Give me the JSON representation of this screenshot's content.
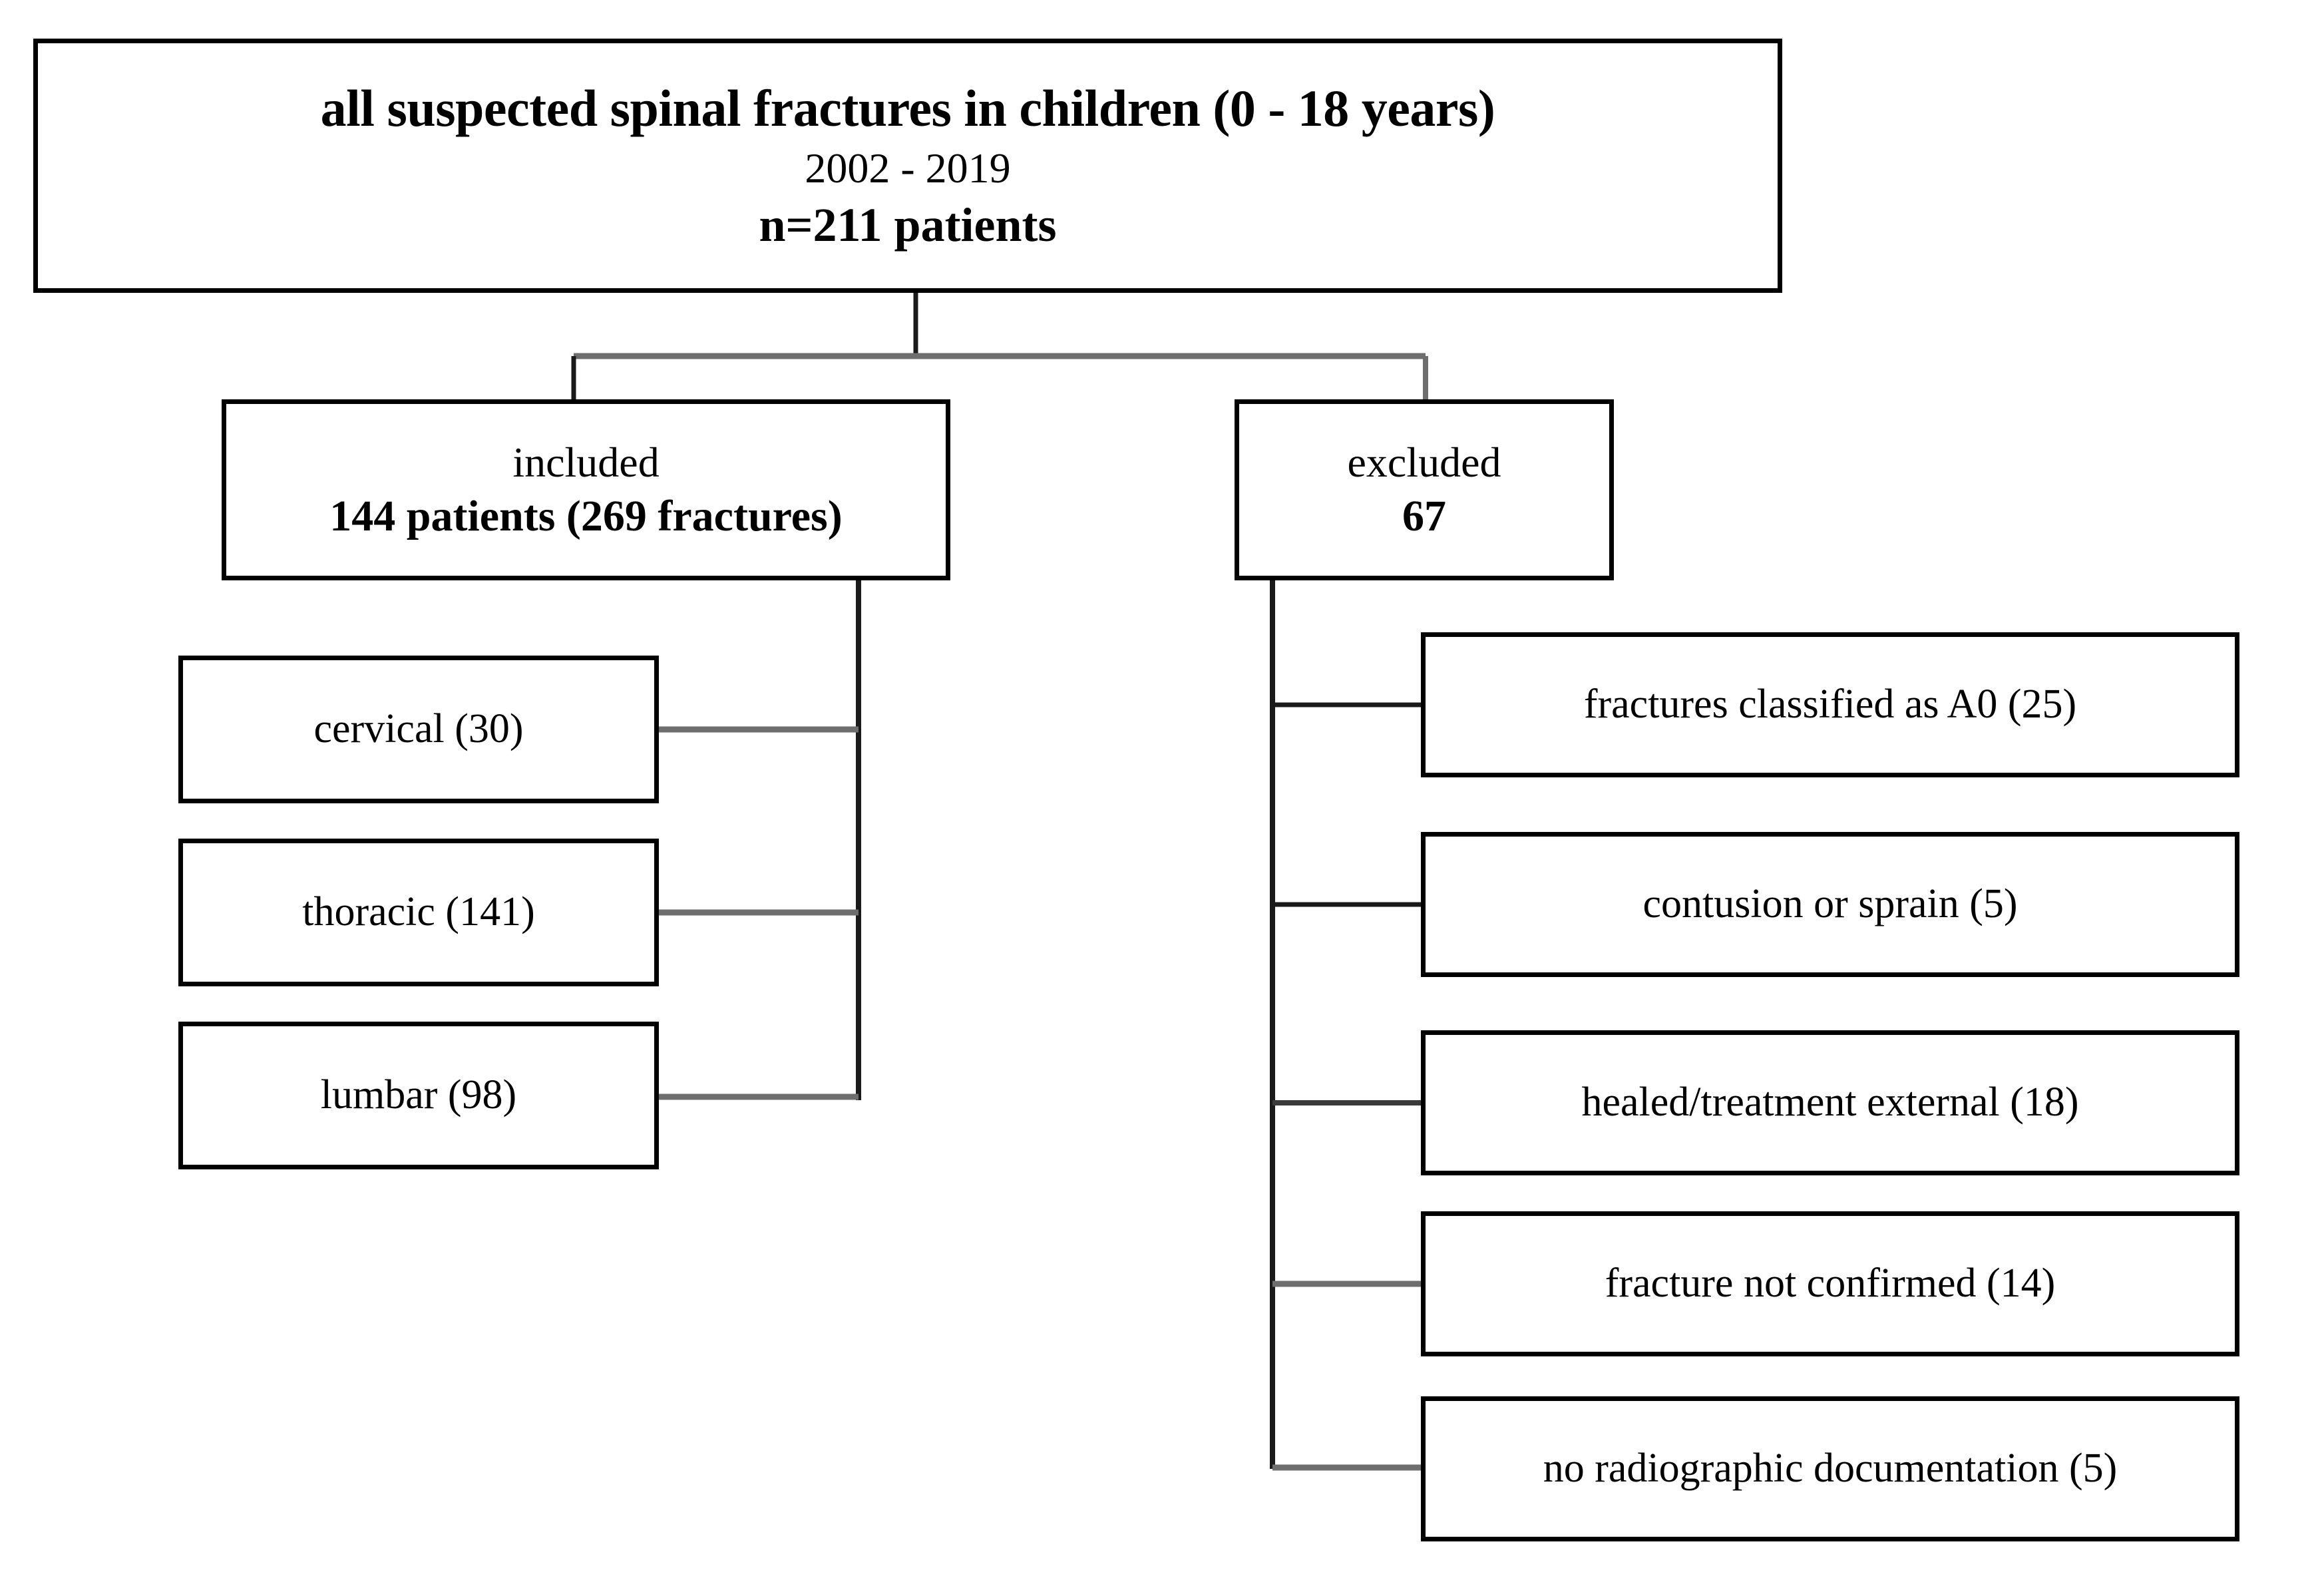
{
  "diagram": {
    "type": "flowchart",
    "title_box": {
      "line1": "all suspected spinal fractures in children (0 - 18 years)",
      "line2": "2002 - 2019",
      "line3": "n=211 patients"
    },
    "included_box": {
      "line1": "included",
      "line2": "144 patients (269 fractures)"
    },
    "excluded_box": {
      "line1": "excluded",
      "line2": "67"
    },
    "included_children": [
      {
        "label": "cervical (30)"
      },
      {
        "label": "thoracic (141)"
      },
      {
        "label": "lumbar (98)"
      }
    ],
    "excluded_children": [
      {
        "label": "fractures classified as A0 (25)"
      },
      {
        "label": "contusion or sprain (5)"
      },
      {
        "label": "healed/treatment  external (18)"
      },
      {
        "label": "fracture  not confirmed (14)"
      },
      {
        "label": "no radiographic  documentation (5)"
      }
    ],
    "colors": {
      "box_border": "#000000",
      "box_fill": "#ffffff",
      "connector_dark": "#1a1a1a",
      "connector_gray": "#6e6e6e",
      "text": "#000000"
    }
  },
  "chart_data": {
    "type": "table",
    "title": "all suspected spinal fractures in children (0 - 18 years)",
    "subtitle": "2002 - 2019",
    "total_patients": 211,
    "included_patients": 144,
    "included_fractures": 269,
    "excluded_patients": 67,
    "categories": [
      "cervical",
      "thoracic",
      "lumbar",
      "fractures classified as A0",
      "contusion or sprain",
      "healed/treatment external",
      "fracture not confirmed",
      "no radiographic documentation"
    ],
    "values": [
      30,
      141,
      98,
      25,
      5,
      18,
      14,
      5
    ],
    "groups": [
      "included",
      "included",
      "included",
      "excluded",
      "excluded",
      "excluded",
      "excluded",
      "excluded"
    ]
  }
}
